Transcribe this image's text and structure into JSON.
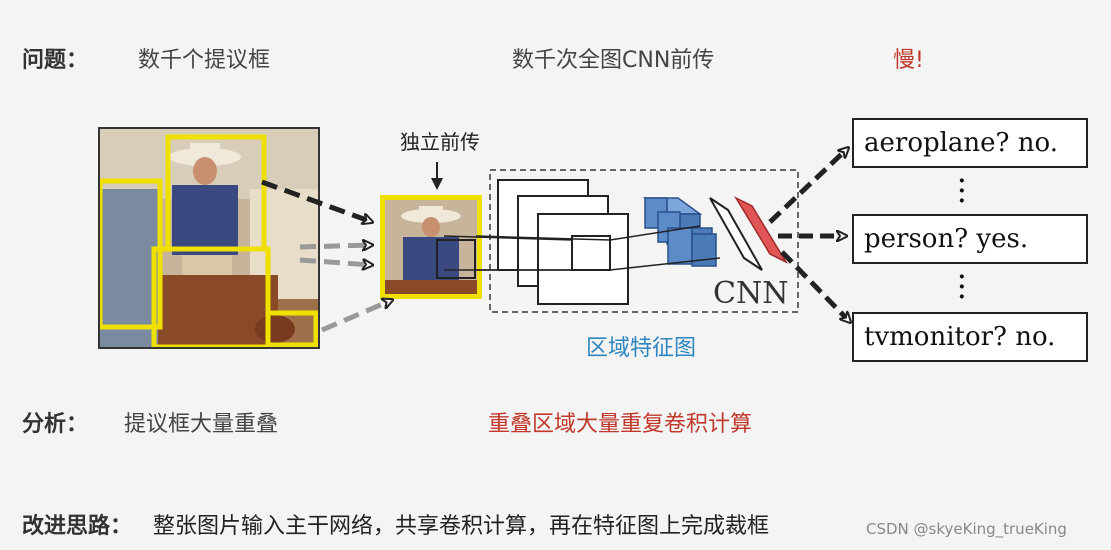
{
  "problem": {
    "label": "问题：",
    "item1": "数千个提议框",
    "item2": "数千次全图CNN前传",
    "item3": "慢!"
  },
  "diagram": {
    "forward_label": "独立前传",
    "cnn_label": "CNN",
    "feature_map_label": "区域特征图",
    "outputs": [
      "aeroplane? no.",
      "person? yes.",
      "tvmonitor? no."
    ],
    "colors": {
      "proposal_box": "#f0e000",
      "feature_block": "#5b8cc8",
      "fc_red": "#e05555",
      "accent_red": "#c0392b",
      "accent_blue": "#2e86c1"
    }
  },
  "analysis": {
    "label": "分析：",
    "item1": "提议框大量重叠",
    "item2": "重叠区域大量重复卷积计算"
  },
  "improve": {
    "label": "改进思路：",
    "text": "整张图片输入主干网络，共享卷积计算，再在特征图上完成裁框"
  },
  "watermark": "CSDN @skyeKing_trueKing"
}
